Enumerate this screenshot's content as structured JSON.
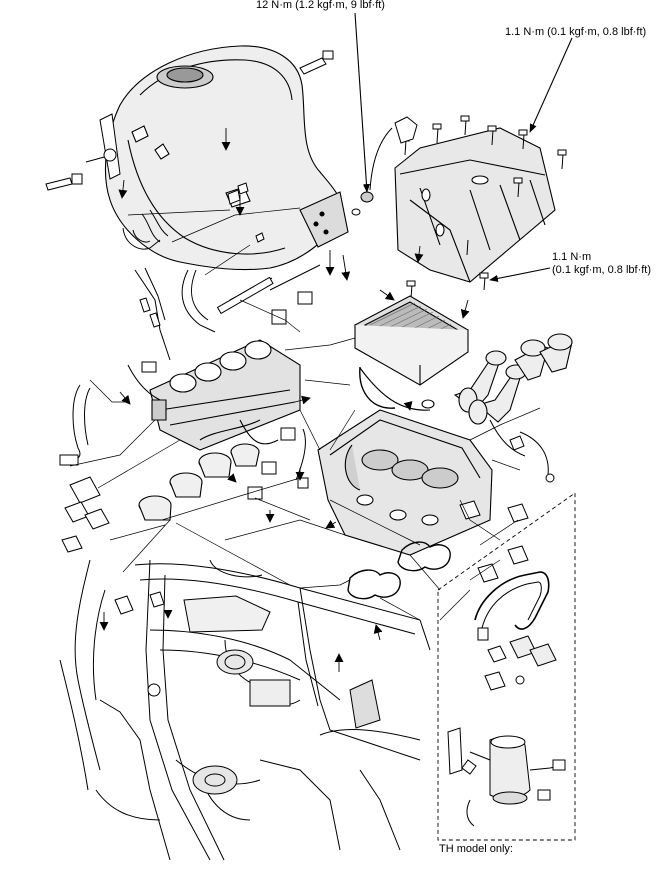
{
  "labels": {
    "torque_top": "12 N·m (1.2 kgf·m, 9 lbf·ft)",
    "torque_cover": "1.1 N·m (0.1 kgf·m, 0.8 lbf·ft)",
    "torque_box_line1": "1.1 N·m",
    "torque_box_line2": "(0.1 kgf·m, 0.8 lbf·ft)",
    "th_model": "TH model only:"
  },
  "colors": {
    "line": "#000000",
    "background": "#ffffff",
    "shade": "#e6e6e6",
    "shade_dark": "#c8c8c8"
  }
}
